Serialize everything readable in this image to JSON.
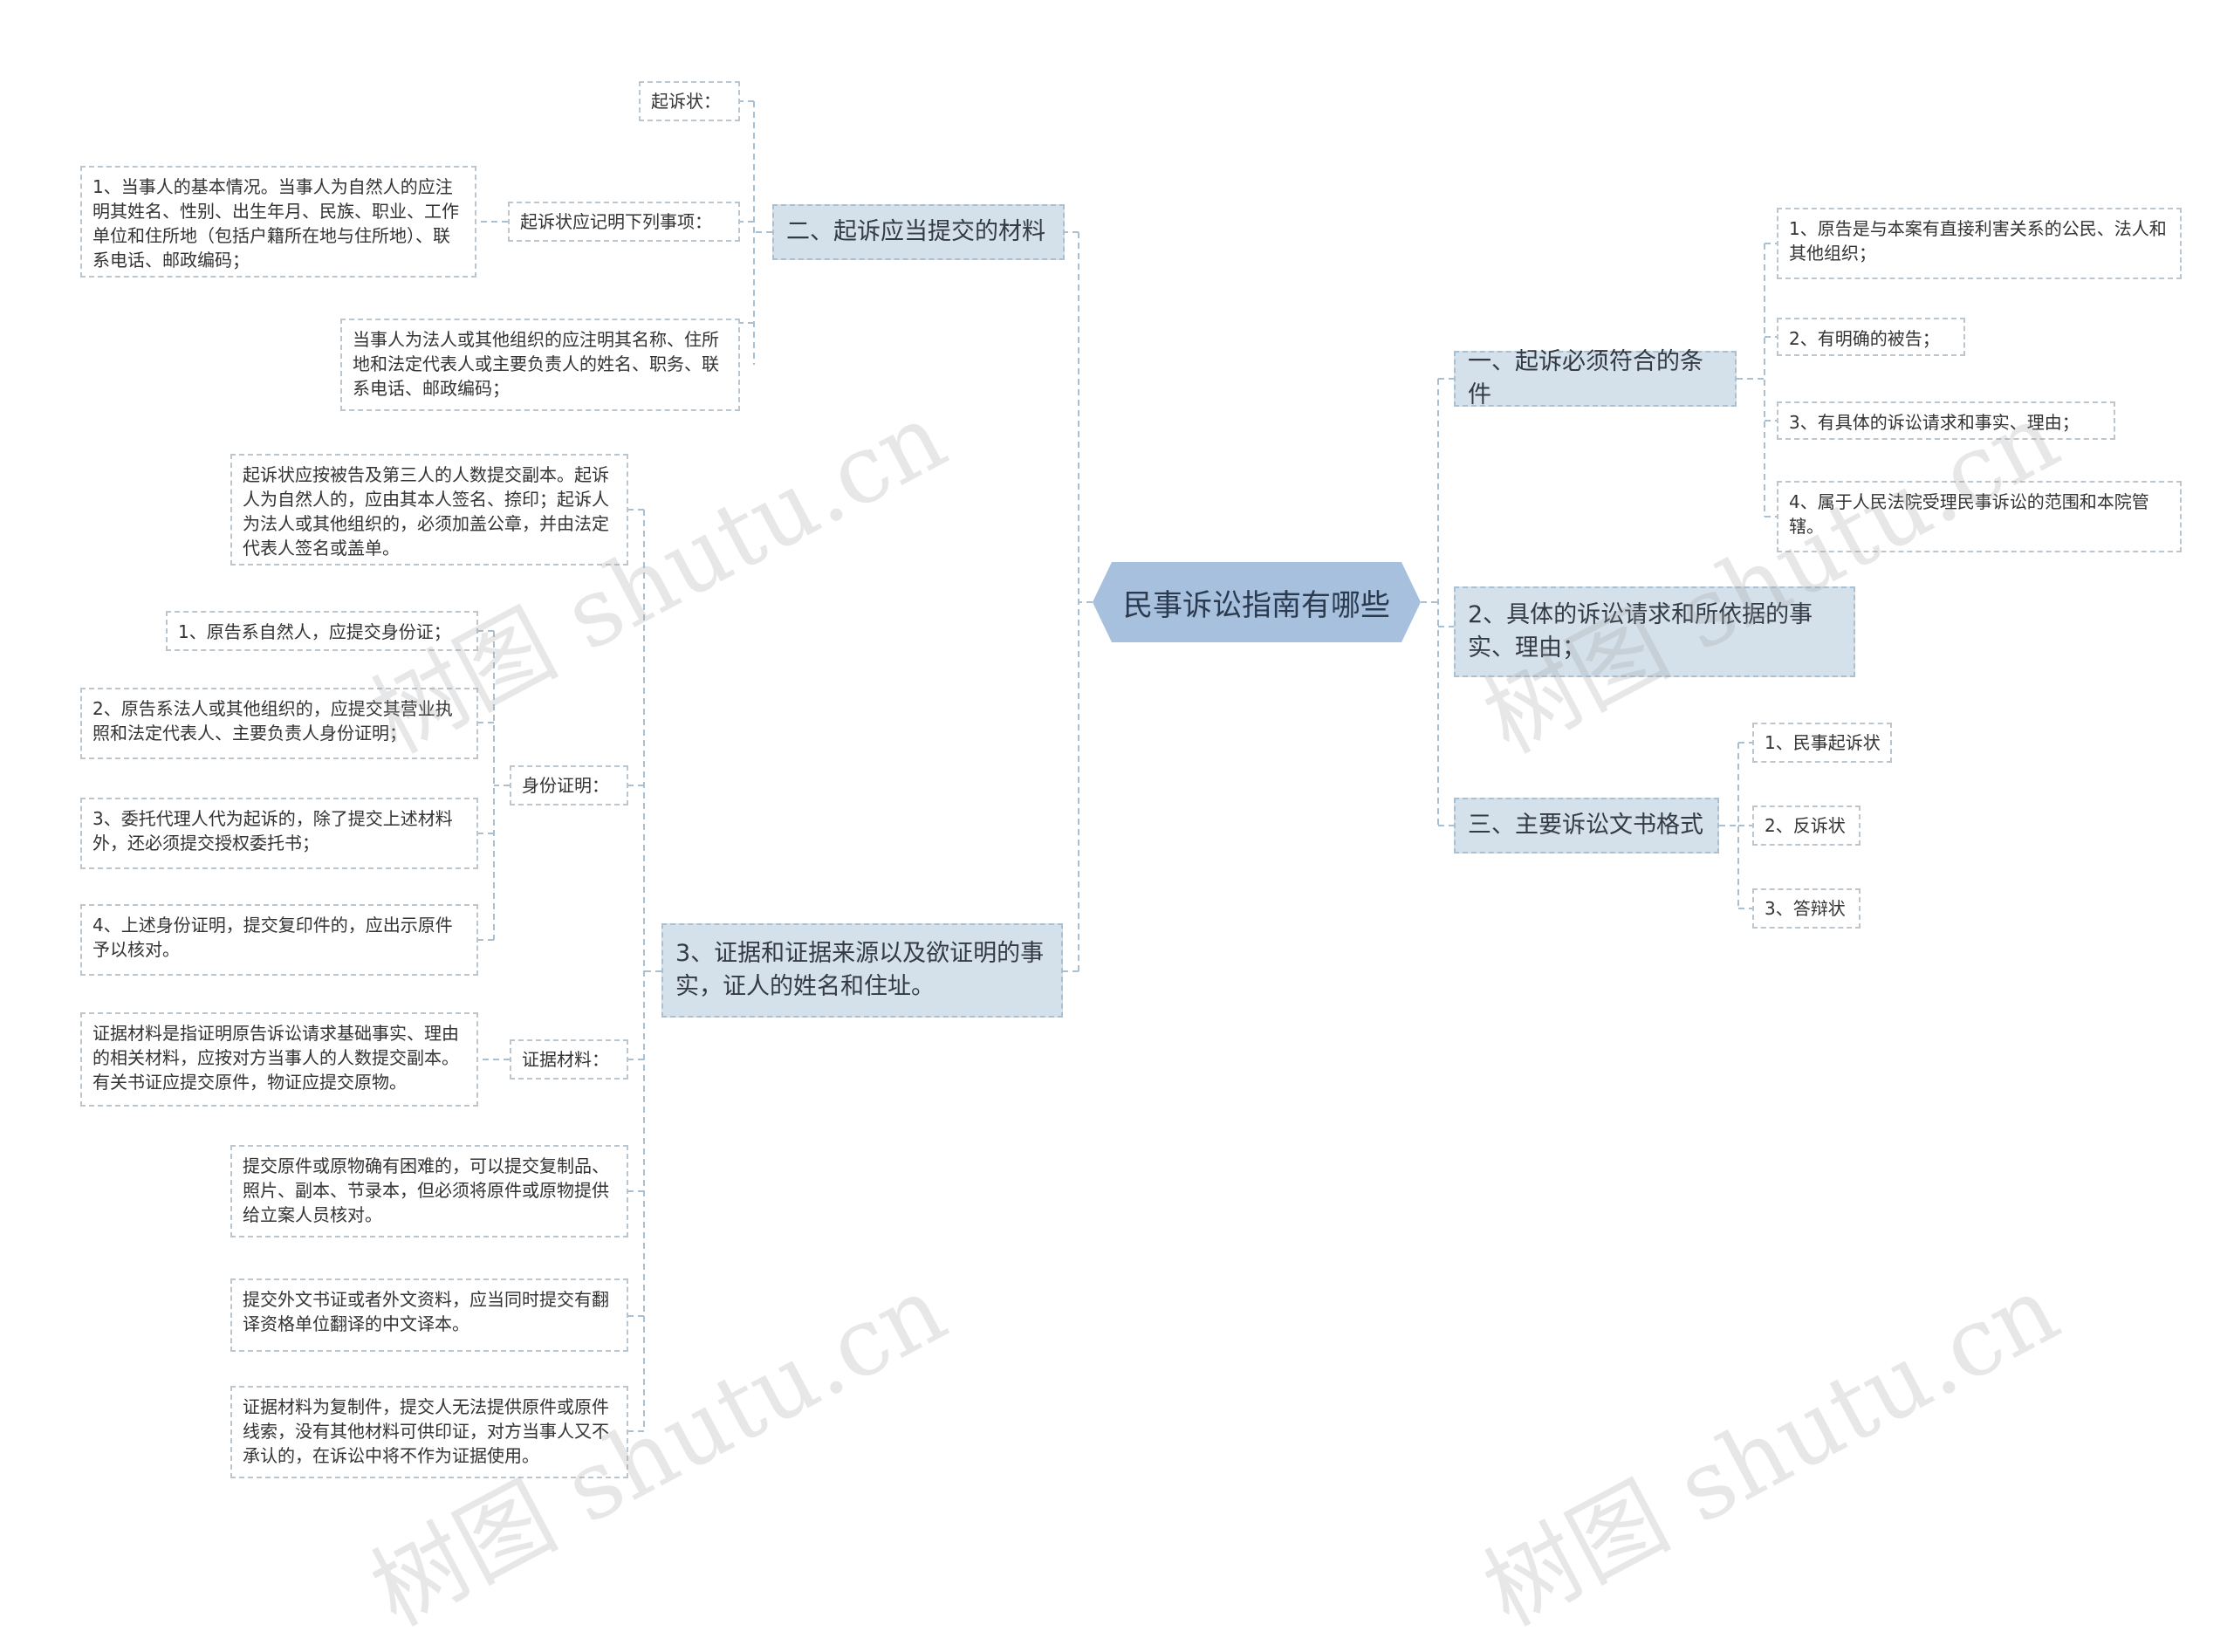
{
  "root": {
    "title": "民事诉讼指南有哪些"
  },
  "right": {
    "b1": {
      "label": "一、起诉必须符合的条件",
      "items": [
        "1、原告是与本案有直接利害关系的公民、法人和其他组织；",
        "2、有明确的被告；",
        "3、有具体的诉讼请求和事实、理由；",
        "4、属于人民法院受理民事诉讼的范围和本院管辖。"
      ]
    },
    "b2": {
      "label": "2、具体的诉讼请求和所依据的事实、理由；"
    },
    "b3": {
      "label": "三、主要诉讼文书格式",
      "items": [
        "1、民事起诉状",
        "2、反诉状",
        "3、答辩状"
      ]
    }
  },
  "left": {
    "b1": {
      "label": "二、起诉应当提交的材料",
      "sub1": "起诉状：",
      "sub2": "起诉状应记明下列事项：",
      "sub2_leaf": "1、当事人的基本情况。当事人为自然人的应注明其姓名、性别、出生年月、民族、职业、工作单位和住所地（包括户籍所在地与住所地）、联系电话、邮政编码；",
      "sub3": "当事人为法人或其他组织的应注明其名称、住所地和法定代表人或主要负责人的姓名、职务、联系电话、邮政编码；"
    },
    "b2": {
      "label": "3、证据和证据来源以及欲证明的事实，证人的姓名和住址。",
      "copies": "起诉状应按被告及第三人的人数提交副本。起诉人为自然人的，应由其本人签名、捺印；起诉人为法人或其他组织的，必须加盖公章，并由法定代表人签名或盖单。",
      "id_label": "身份证明：",
      "id_items": [
        "1、原告系自然人，应提交身份证；",
        "2、原告系法人或其他组织的，应提交其营业执照和法定代表人、主要负责人身份证明；",
        "3、委托代理人代为起诉的，除了提交上述材料外，还必须提交授权委托书；",
        "4、上述身份证明，提交复印件的，应出示原件予以核对。"
      ],
      "ev_label": "证据材料：",
      "ev_leaf": "证据材料是指证明原告诉讼请求基础事实、理由的相关材料，应按对方当事人的人数提交副本。有关书证应提交原件，物证应提交原物。",
      "extra": [
        "提交原件或原物确有困难的，可以提交复制品、照片、副本、节录本，但必须将原件或原物提供给立案人员核对。",
        "提交外文书证或者外文资料，应当同时提交有翻译资格单位翻译的中文译本。",
        "证据材料为复制件，提交人无法提供原件或原件线索，没有其他材料可供印证，对方当事人又不承认的，在诉讼中将不作为证据使用。"
      ]
    }
  },
  "watermark": "树图 shutu.cn",
  "colors": {
    "root": "#a6c0dd",
    "branch": "#d4e0ea",
    "connector": "#a9c0d3"
  }
}
